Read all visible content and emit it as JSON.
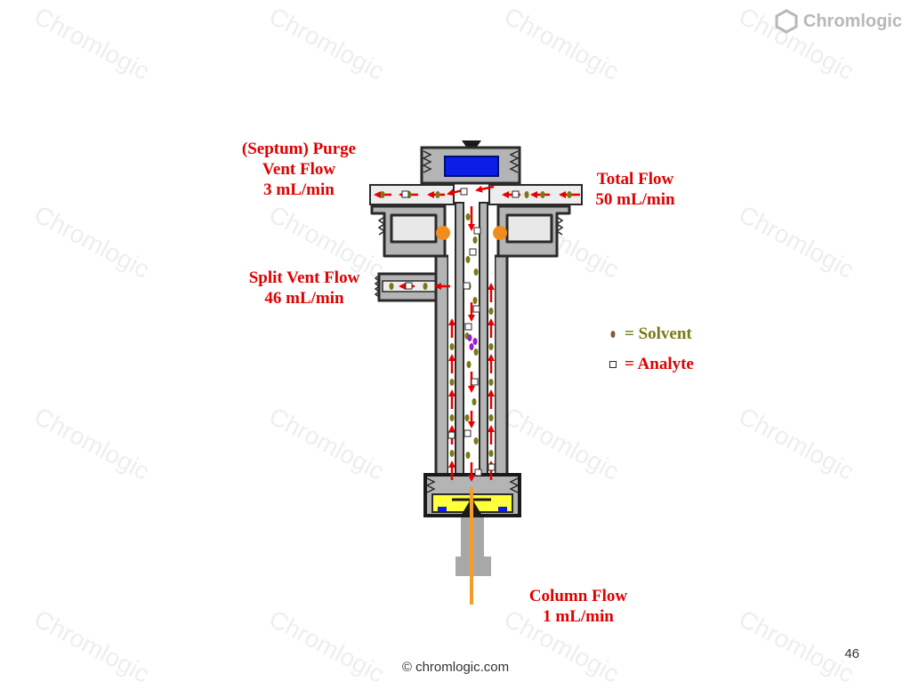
{
  "brand": {
    "logo_text": "Chromlogic",
    "watermark_text": "Chromlogic",
    "copyright": "© chromlogic.com"
  },
  "page_number": "46",
  "labels": {
    "purge": [
      "(Septum) Purge",
      "Vent Flow",
      "3 mL/min"
    ],
    "total": [
      "Total Flow",
      "50 mL/min"
    ],
    "split": [
      "Split Vent Flow",
      "46 mL/min"
    ],
    "column": [
      "Column Flow",
      "1 mL/min"
    ]
  },
  "legend": {
    "solvent": "= Solvent",
    "analyte": "= Analyte"
  },
  "colors": {
    "label_red": "#e00000",
    "arrow_red": "#e60000",
    "solvent_olive": "#7a7a14",
    "body_gray": "#b4b4b4",
    "outline": "#2a2a2a",
    "septum_blue": "#0a1ee6",
    "ferrule_orange": "#f28c1e",
    "seal_yellow": "#ffff3c",
    "column_orange": "#f59d2a"
  },
  "icons": {
    "logo": "hexagon-logo-icon",
    "solvent": "solvent-droplet-icon",
    "analyte": "analyte-square-icon"
  }
}
